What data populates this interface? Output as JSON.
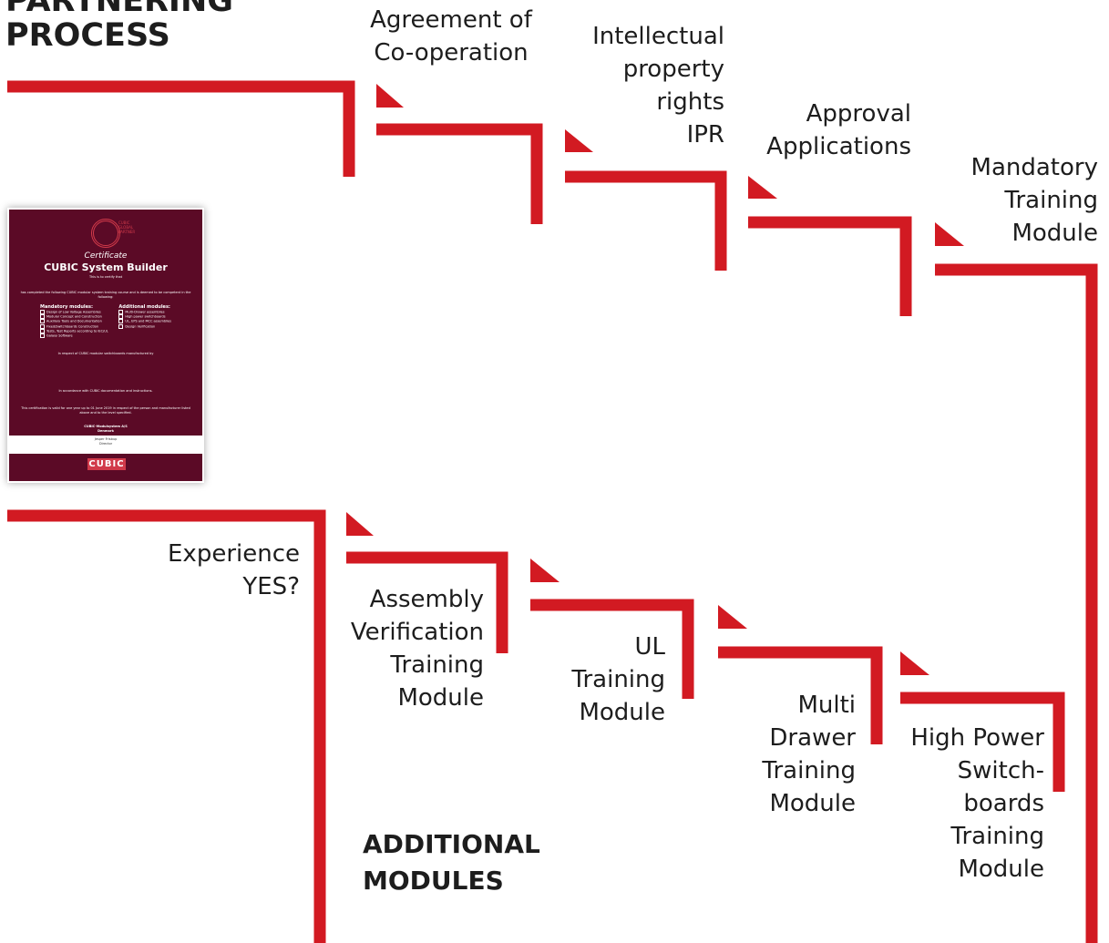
{
  "title": "PARTNERING\nPROCESS",
  "main_steps": [
    {
      "label": "Agreement of\nCo-operation"
    },
    {
      "label": "Intellectual\nproperty\nrights\nIPR"
    },
    {
      "label": "Approval\nApplications"
    },
    {
      "label": "Mandatory\nTraining\nModule"
    }
  ],
  "additional_title": "ADDITIONAL\nMODULES",
  "additional_steps": [
    {
      "label": "Experience\nYES?"
    },
    {
      "label": "Assembly\nVerification\nTraining\nModule"
    },
    {
      "label": "UL\nTraining\nModule"
    },
    {
      "label": "Multi\nDrawer\nTraining\nModule"
    },
    {
      "label": "High Power\nSwitch-\nboards\nTraining\nModule"
    }
  ],
  "certificate": {
    "heading": "Certificate",
    "title": "CUBIC System Builder",
    "intro": "This is to certify that",
    "completed": "has completed the following CUBIC modular system training course and is deemed to be competent in the following:",
    "mandatory_heading": "Mandatory modules:",
    "mandatory": [
      "Design of Low Voltage Assemblies",
      "Modular Concept and Construction",
      "Auxiliary Tools and Documentation",
      "Fixed/Switchboards Construction",
      "Tests, Test Reports according to IEC/UL",
      "Galaxy Software"
    ],
    "additional_heading": "Additional modules:",
    "additional": [
      "Multi-Drawer assemblies",
      "High power switchboards",
      "UL, EPS and MCC assemblies",
      "Design Verification"
    ],
    "respect": "In respect of CUBIC modular switchboards manufactured by",
    "accordance": "In accordance with CUBIC documentation and instructions.",
    "validity": "This certification is valid for one year up to 01 June 2019 in respect of the person and manufacturer listed above and to the level specified.",
    "company": "CUBIC-Modulsystem A/S\nDenmark",
    "signatory": "Jesper Frisbup\nDirector",
    "brand": "CUBIC",
    "logo_text": "CUBIC\nGLOBAL\nPARTNER"
  },
  "colors": {
    "accent": "#d21a22",
    "text": "#1d1d1d",
    "certificate_bg": "#5b0a26"
  }
}
